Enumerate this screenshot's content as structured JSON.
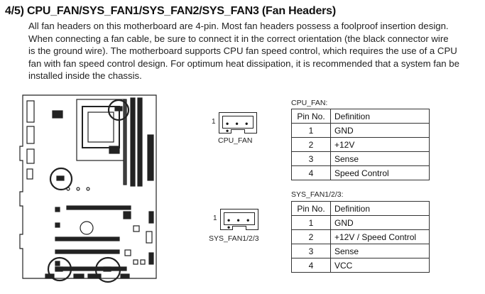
{
  "heading": "4/5) CPU_FAN/SYS_FAN1/SYS_FAN2/SYS_FAN3 (Fan Headers)",
  "body_lines": [
    "All fan headers on this motherboard are 4-pin. Most fan headers possess a foolproof insertion design.",
    "When connecting a fan cable, be sure to connect it in the correct orientation (the black connector wire",
    "is the ground wire). The motherboard supports CPU fan speed control, which requires the use of a CPU",
    "fan with fan speed control design. For optimum heat dissipation, it is recommended that a system fan be",
    "installed inside the chassis."
  ],
  "connectors": [
    {
      "label": "CPU_FAN",
      "pin_marker": "1",
      "dots": "• • • •"
    },
    {
      "label": "SYS_FAN1/2/3",
      "pin_marker": "1",
      "dots": "• • • •"
    }
  ],
  "tables": [
    {
      "caption": "CPU_FAN:",
      "headers": [
        "Pin No.",
        "Definition"
      ],
      "rows": [
        [
          "1",
          "GND"
        ],
        [
          "2",
          "+12V"
        ],
        [
          "3",
          "Sense"
        ],
        [
          "4",
          "Speed Control"
        ]
      ]
    },
    {
      "caption": "SYS_FAN1/2/3:",
      "headers": [
        "Pin No.",
        "Definition"
      ],
      "rows": [
        [
          "1",
          "GND"
        ],
        [
          "2",
          "+12V / Speed Control"
        ],
        [
          "3",
          "Sense"
        ],
        [
          "4",
          "VCC"
        ]
      ]
    }
  ]
}
